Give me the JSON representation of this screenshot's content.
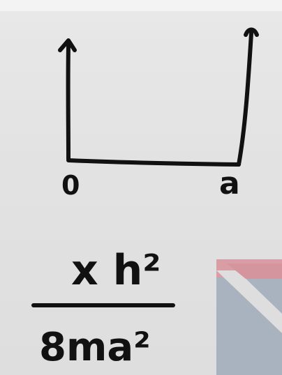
{
  "diagram": {
    "left_wall_label": "0",
    "right_wall_label": "a",
    "formula_numerator": "x h²",
    "formula_denominator": "8ma²"
  },
  "corner_flag": {
    "colors": {
      "upper": "#d9a0a6",
      "band": "#dcdcdc",
      "lower": "#a8b4c2"
    }
  }
}
